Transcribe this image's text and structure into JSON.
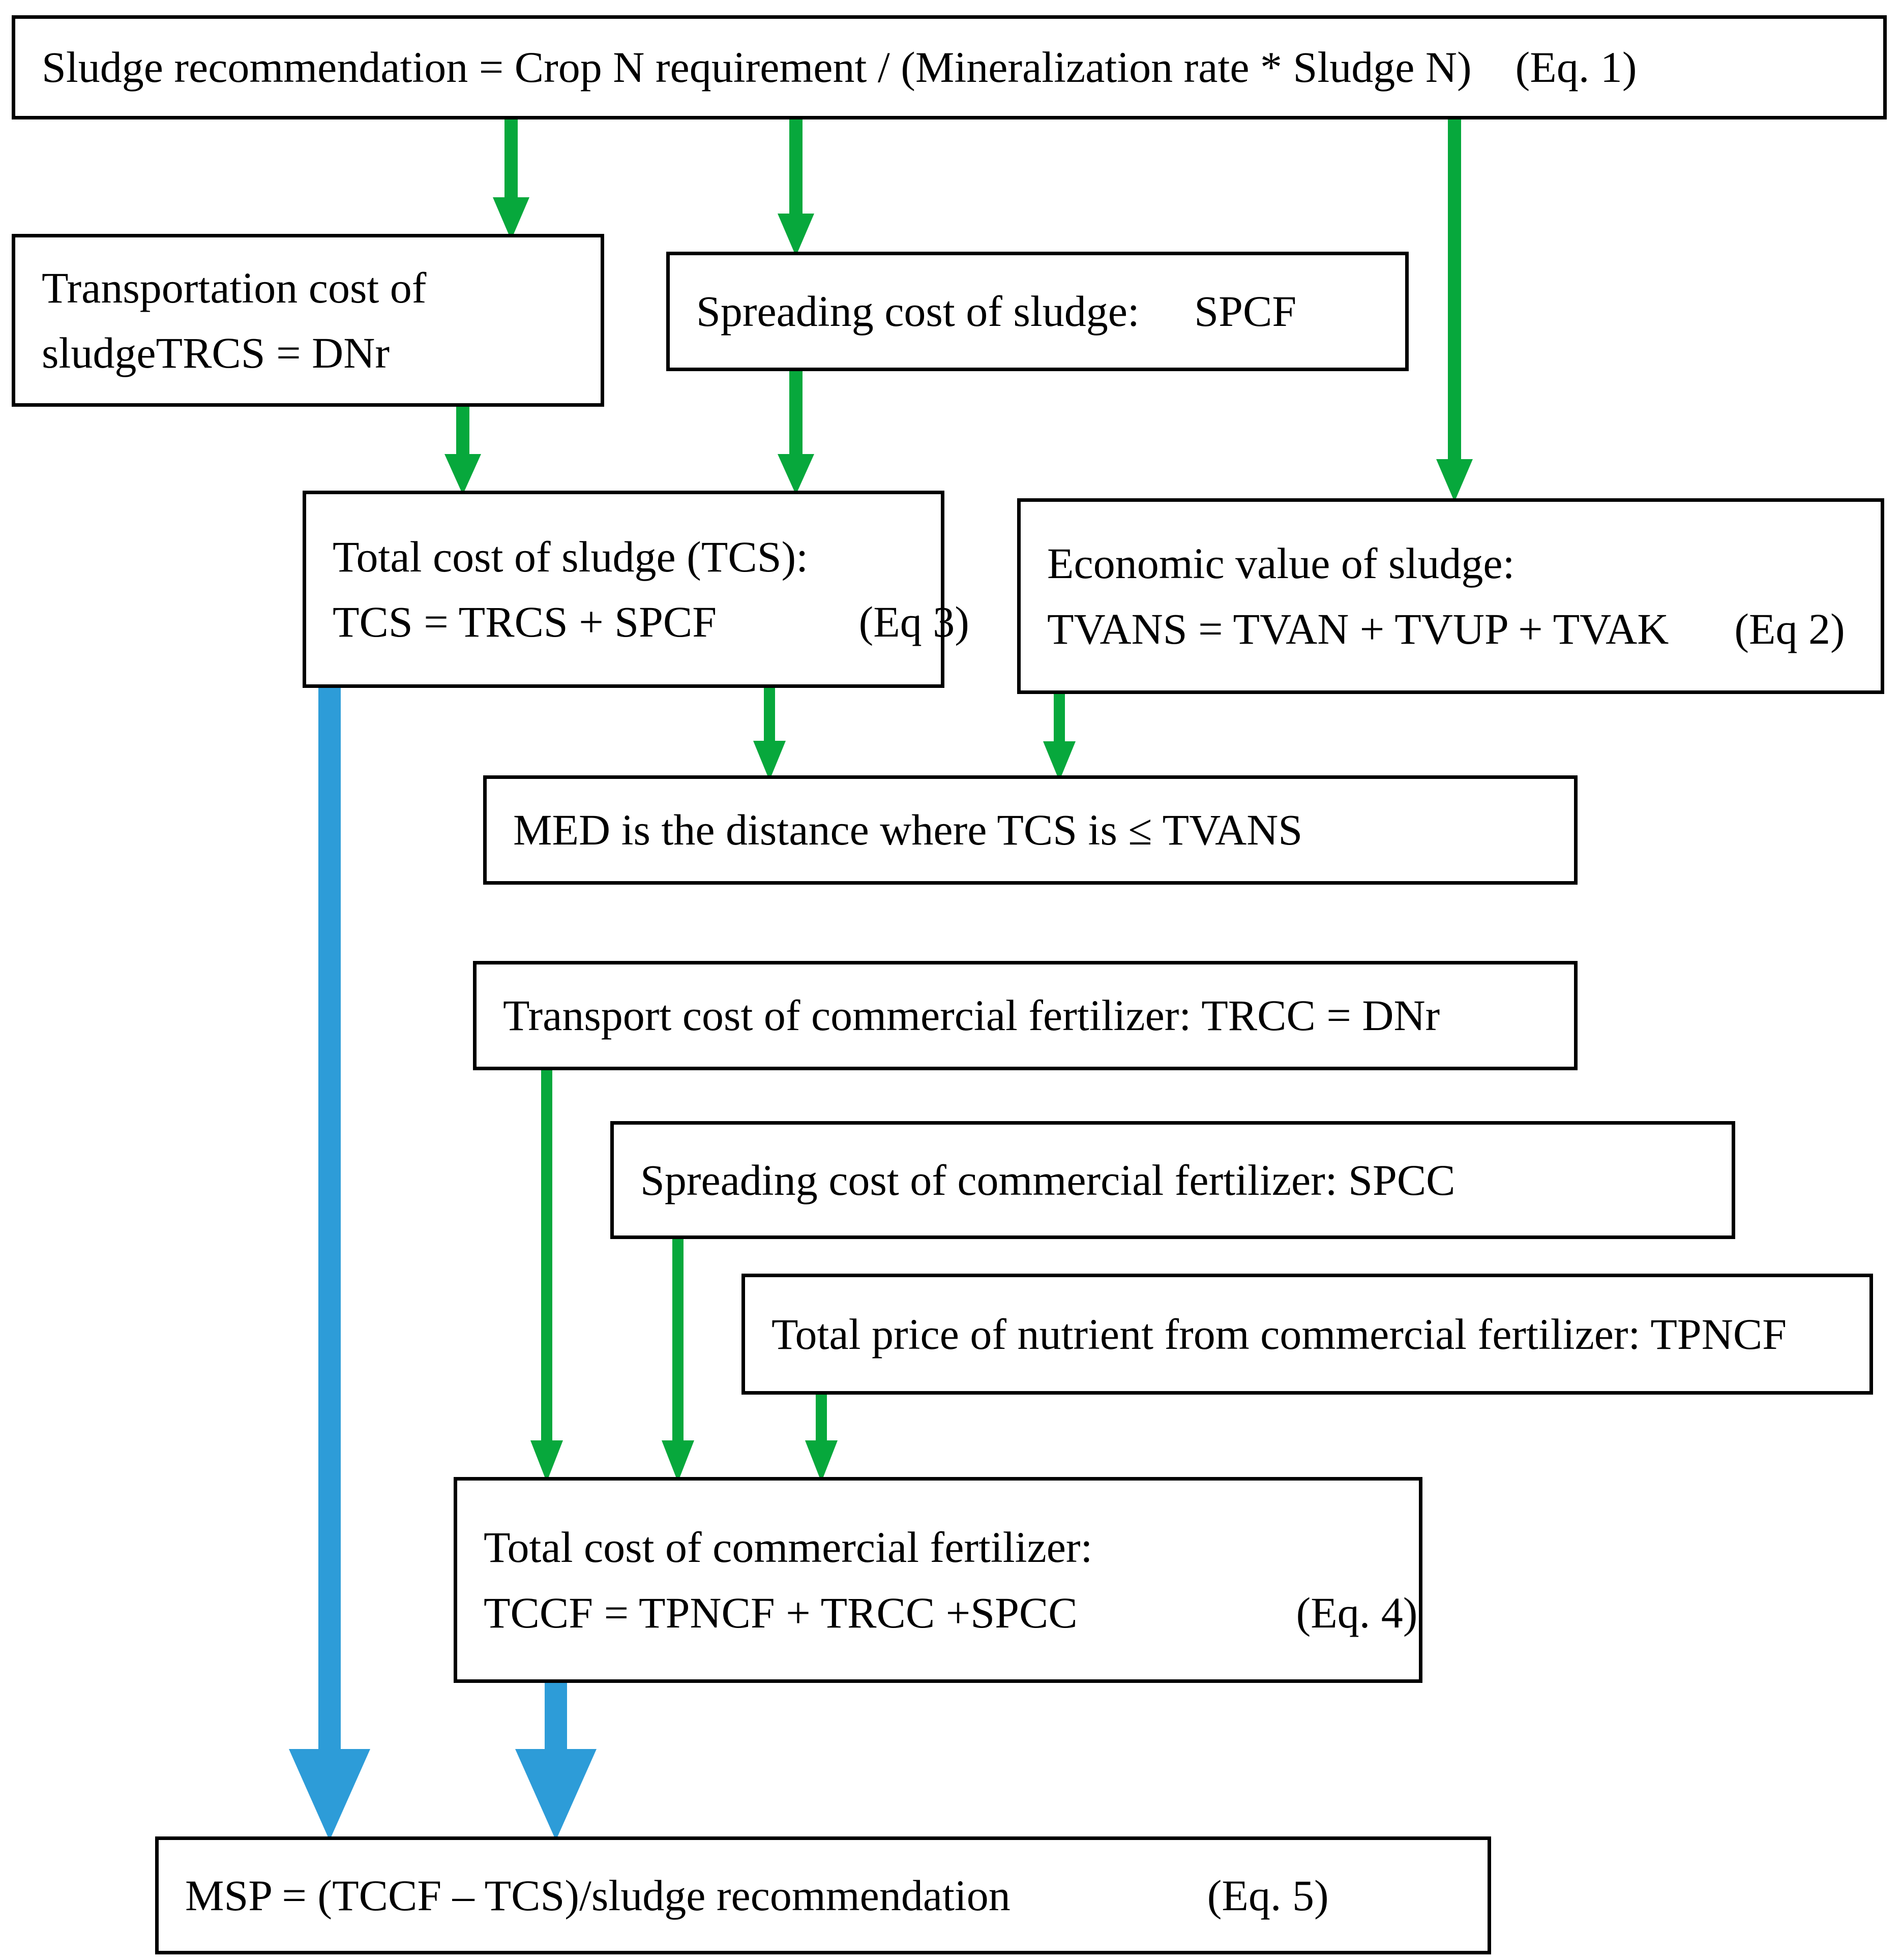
{
  "diagram": {
    "title": "Sludge economics calculation flowchart",
    "colors": {
      "box_border": "#000000",
      "box_fill": "#ffffff",
      "text": "#000000",
      "arrow_green": "#07A83C",
      "arrow_blue": "#2D9CD8"
    },
    "boxes": [
      {
        "id": "eq1",
        "name": "sludge-recommendation",
        "lines": [
          "Sludge recommendation = Crop N requirement / (Mineralization rate * Sludge N)    (Eq. 1)"
        ]
      },
      {
        "id": "trcs",
        "name": "transportation-cost-of-sludge",
        "lines": [
          "Transportation cost of",
          "sludgeTRCS = DNr"
        ]
      },
      {
        "id": "spcf",
        "name": "spreading-cost-of-sludge",
        "lines": [
          "Spreading cost of sludge:     SPCF"
        ]
      },
      {
        "id": "tcs",
        "name": "total-cost-of-sludge",
        "lines": [
          "Total cost of sludge (TCS):",
          "TCS = TRCS + SPCF             (Eq 3)"
        ]
      },
      {
        "id": "tvans",
        "name": "economic-value-of-sludge",
        "lines": [
          "Economic value of sludge:",
          "TVANS = TVAN + TVUP + TVAK      (Eq 2)"
        ]
      },
      {
        "id": "med",
        "name": "maximum-economic-distance",
        "lines": [
          "MED is the distance where TCS is ≤ TVANS"
        ]
      },
      {
        "id": "trcc",
        "name": "transport-cost-of-commercial-fertilizer",
        "lines": [
          "Transport cost of commercial fertilizer: TRCC = DNr"
        ]
      },
      {
        "id": "spcc",
        "name": "spreading-cost-of-commercial-fertilizer",
        "lines": [
          "Spreading cost of commercial fertilizer: SPCC"
        ]
      },
      {
        "id": "tpncf",
        "name": "total-price-of-nutrient-from-commercial-fertilizer",
        "lines": [
          "Total price of nutrient from commercial fertilizer: TPNCF"
        ]
      },
      {
        "id": "tccf",
        "name": "total-cost-of-commercial-fertilizer",
        "lines": [
          "Total cost of commercial fertilizer:",
          "TCCF = TPNCF + TRCC +SPCC                    (Eq. 4)"
        ]
      },
      {
        "id": "msp",
        "name": "maximum-sludge-price",
        "lines": [
          "MSP = (TCCF – TCS)/sludge recommendation                  (Eq. 5)"
        ]
      }
    ],
    "arrows": [
      {
        "name": "arrow-eq1-to-trcs",
        "color": "green"
      },
      {
        "name": "arrow-eq1-to-spcf",
        "color": "green"
      },
      {
        "name": "arrow-eq1-to-tvans",
        "color": "green"
      },
      {
        "name": "arrow-trcs-to-tcs",
        "color": "green"
      },
      {
        "name": "arrow-spcf-to-tcs",
        "color": "green"
      },
      {
        "name": "arrow-tcs-to-med",
        "color": "green"
      },
      {
        "name": "arrow-tvans-to-med",
        "color": "green"
      },
      {
        "name": "arrow-trcc-to-tccf",
        "color": "green"
      },
      {
        "name": "arrow-spcc-to-tccf",
        "color": "green"
      },
      {
        "name": "arrow-tpncf-to-tccf",
        "color": "green"
      },
      {
        "name": "arrow-tcs-to-msp",
        "color": "blue"
      },
      {
        "name": "arrow-tccf-to-msp",
        "color": "blue"
      }
    ]
  }
}
